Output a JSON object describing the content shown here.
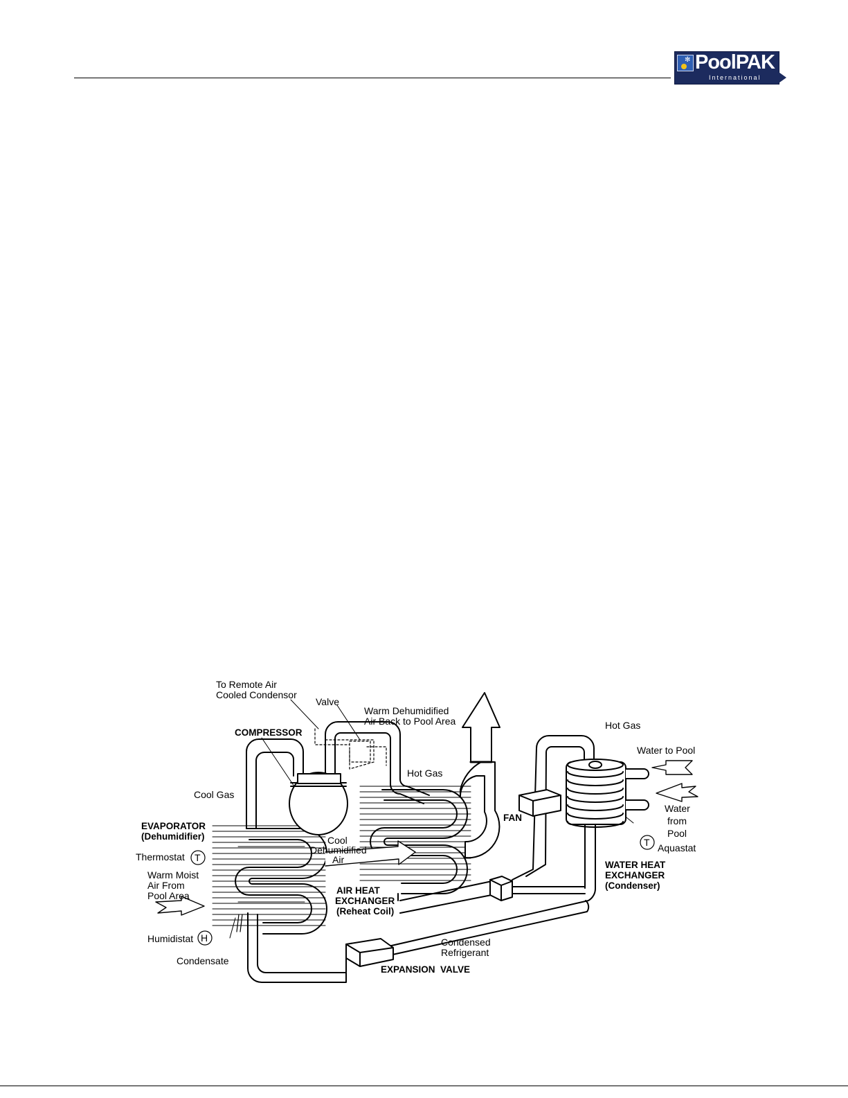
{
  "logo": {
    "brand": "PoolPAK",
    "sub": "International"
  },
  "labels": {
    "remote_condensor_1": "To Remote Air",
    "remote_condensor_2": "Cooled Condensor",
    "valve": "Valve",
    "warm_dehum_1": "Warm Dehumidified",
    "warm_dehum_2": "Air Back to Pool Area",
    "compressor": "COMPRESSOR",
    "hot_gas_top": "Hot Gas",
    "water_to_pool": "Water to Pool",
    "hot_gas_mid": "Hot Gas",
    "cool_gas": "Cool Gas",
    "fan": "FAN",
    "water_from_1": "Water",
    "water_from_2": "from",
    "water_from_3": "Pool",
    "evaporator_1": "EVAPORATOR",
    "evaporator_2": "(Dehumidifier)",
    "thermostat": "Thermostat",
    "thermostat_symbol": "T",
    "cool_dehum_1": "Cool",
    "cool_dehum_2": "Dehumidified",
    "cool_dehum_3": "Air",
    "aquastat": "Aquastat",
    "aquastat_symbol": "T",
    "warm_moist_1": "Warm Moist",
    "warm_moist_2": "Air From",
    "warm_moist_3": "Pool Area",
    "water_hx_1": "WATER HEAT",
    "water_hx_2": "EXCHANGER",
    "water_hx_3": "(Condenser)",
    "air_hx_1": "AIR HEAT",
    "air_hx_2": "EXCHANGER",
    "air_hx_3": "(Reheat Coil)",
    "humidistat": "Humidistat",
    "humidistat_symbol": "H",
    "condensed_1": "Condensed",
    "condensed_2": "Refrigerant",
    "condensate": "Condensate",
    "expansion_valve": "EXPANSION  VALVE"
  }
}
